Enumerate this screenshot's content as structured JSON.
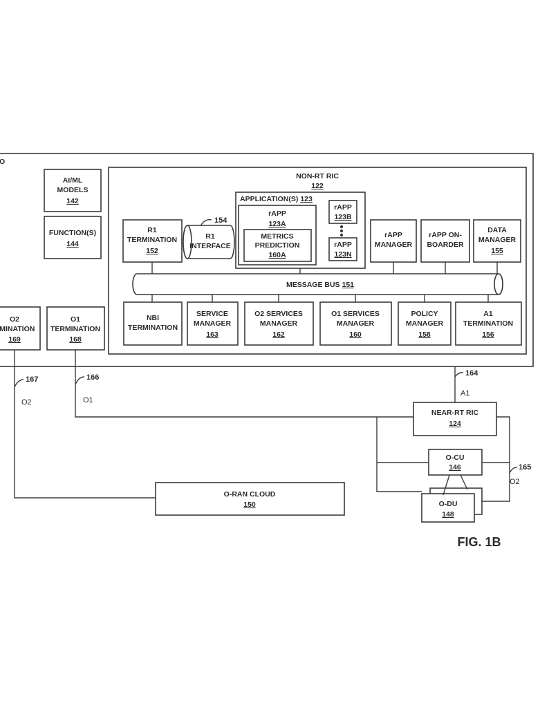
{
  "outer_frame_label": "O",
  "non_rt_ric": {
    "title": "NON-RT RIC",
    "ref": "122"
  },
  "aiml_models": {
    "line1": "AI/ML",
    "line2": "MODELS",
    "ref": "142"
  },
  "functions": {
    "line1": "FUNCTION(S)",
    "ref": "144"
  },
  "applications": {
    "title": "APPLICATION(S)",
    "ref": "123"
  },
  "rapp_123a": {
    "line1": "rAPP",
    "ref": "123A"
  },
  "metrics_prediction": {
    "line1": "METRICS",
    "line2": "PREDICTION",
    "ref": "160A"
  },
  "rapp_123b": {
    "line1": "rAPP",
    "ref": "123B"
  },
  "rapp_123n": {
    "line1": "rAPP",
    "ref": "123N"
  },
  "r1_termination": {
    "line1": "R1",
    "line2": "TERMINATION",
    "ref": "152"
  },
  "r1_interface": {
    "line1": "R1",
    "line2": "INTERFACE",
    "callout": "154"
  },
  "rapp_manager": {
    "line1": "rAPP",
    "line2": "MANAGER"
  },
  "rapp_onboarder": {
    "line1": "rAPP ON-",
    "line2": "BOARDER"
  },
  "data_manager": {
    "line1": "DATA",
    "line2": "MANAGER",
    "ref": "155"
  },
  "message_bus": {
    "label": "MESSAGE BUS",
    "ref": "151"
  },
  "nbi_termination": {
    "line1": "NBI",
    "line2": "TERMINATION"
  },
  "service_manager": {
    "line1": "SERVICE",
    "line2": "MANAGER",
    "ref": "163"
  },
  "o2_services_manager": {
    "line1": "O2 SERVICES",
    "line2": "MANAGER",
    "ref": "162"
  },
  "o1_services_manager": {
    "line1": "O1 SERVICES",
    "line2": "MANAGER",
    "ref": "160"
  },
  "policy_manager": {
    "line1": "POLICY",
    "line2": "MANAGER",
    "ref": "158"
  },
  "a1_termination": {
    "line1": "A1",
    "line2": "TERMINATION",
    "ref": "156"
  },
  "o2_termination": {
    "line1": "O2",
    "line2": "RMINATION",
    "ref": "169"
  },
  "o1_termination": {
    "line1": "O1",
    "line2": "TERMINATION",
    "ref": "168"
  },
  "link_o2": {
    "callout": "167",
    "label": "O2"
  },
  "link_o1": {
    "callout": "166",
    "label": "O1"
  },
  "link_a1": {
    "callout": "164",
    "label": "A1"
  },
  "link_o2_ran": {
    "callout": "165",
    "label": "O2"
  },
  "near_rt_ric": {
    "line1": "NEAR-RT RIC",
    "ref": "124"
  },
  "o_cu": {
    "line1": "O-CU",
    "ref": "146"
  },
  "o_du": {
    "line1": "O-DU",
    "ref": "148"
  },
  "o_ran_cloud": {
    "line1": "O-RAN CLOUD",
    "ref": "150"
  },
  "figure_label": "FIG. 1B"
}
